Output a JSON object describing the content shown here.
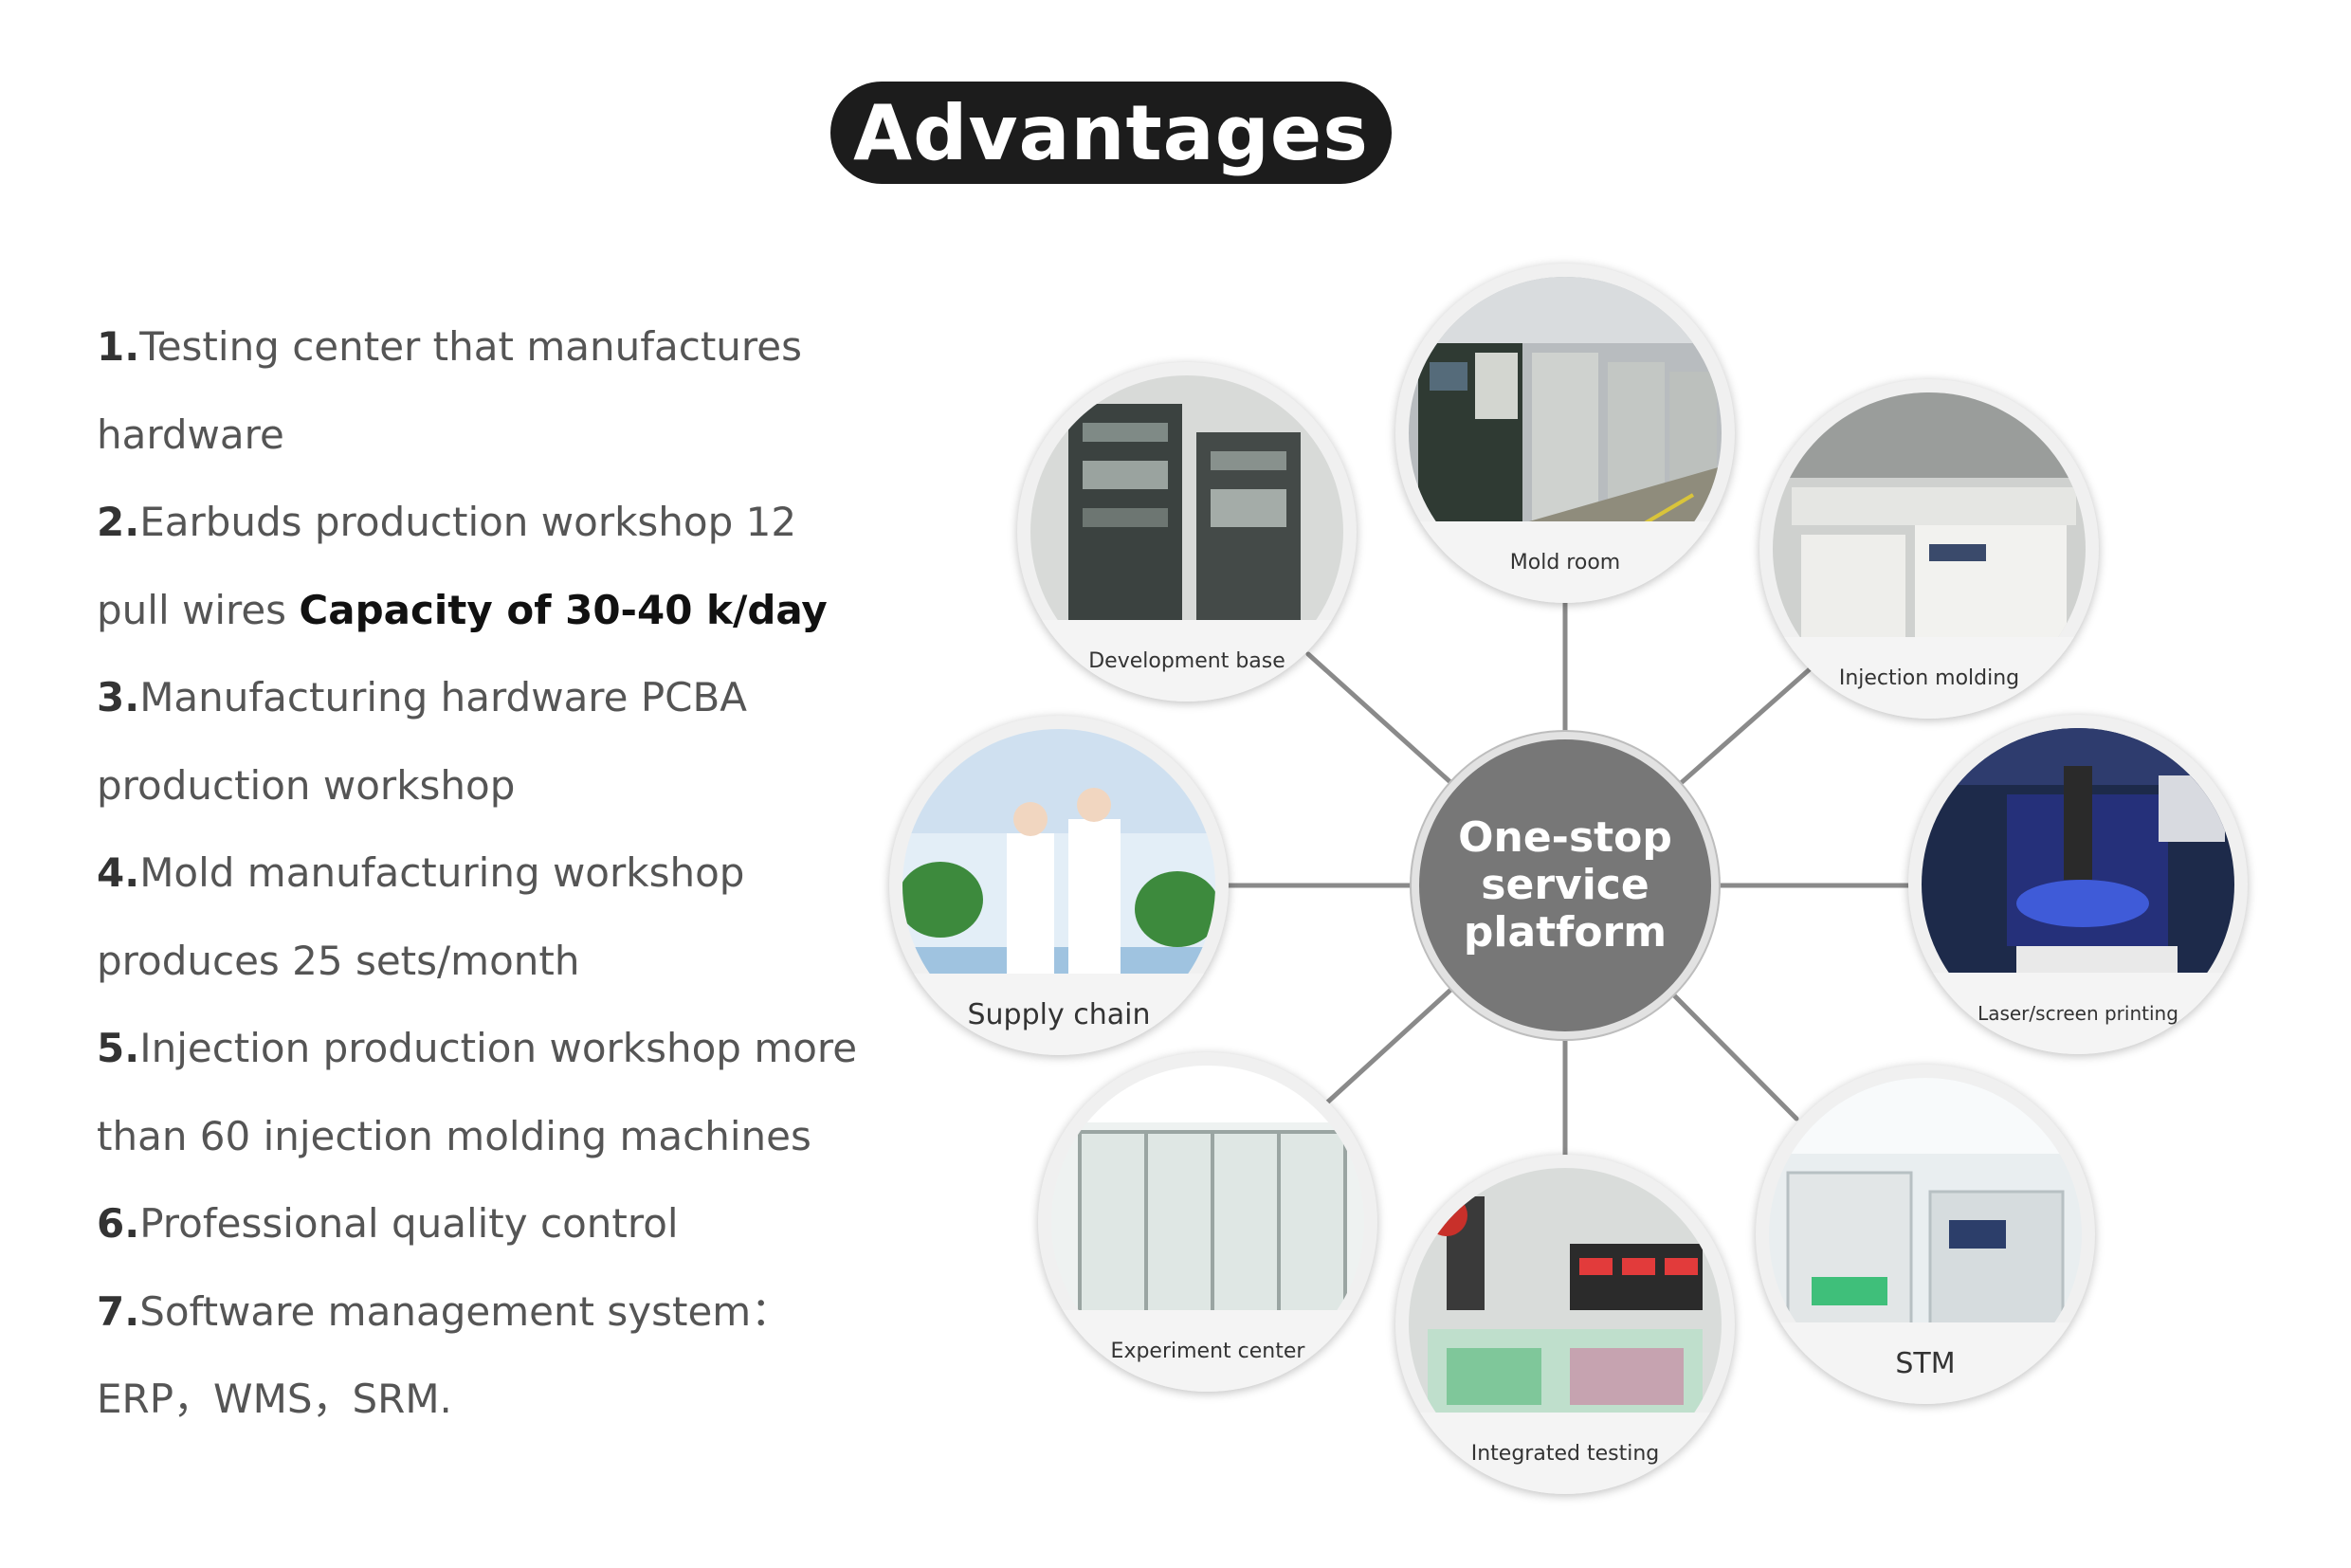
{
  "title": "Advantages",
  "advantages": {
    "item1": {
      "num": "1.",
      "line1": "Testing center that manufactures",
      "line2": "hardware"
    },
    "item2": {
      "num": "2.",
      "line1": "Earbuds production workshop 12",
      "line2a": "pull wires ",
      "line2b": "Capacity of 30-40 k/day"
    },
    "item3": {
      "num": "3.",
      "line1": "Manufacturing hardware PCBA",
      "line2": "production workshop"
    },
    "item4": {
      "num": "4.",
      "line1": "Mold manufacturing workshop",
      "line2": "produces 25 sets/month"
    },
    "item5": {
      "num": "5.",
      "line1": "Injection production workshop more",
      "line2": "than 60 injection molding machines"
    },
    "item6": {
      "num": "6.",
      "line1": "Professional quality control"
    },
    "item7": {
      "num": "7.",
      "line1": "Software management system：",
      "line2": "ERP，WMS，SRM."
    }
  },
  "hub": {
    "label": "One-stop service platform"
  },
  "nodes": {
    "mold_room": "Mold room",
    "development_base": "Development base",
    "injection_molding": "Injection molding",
    "supply_chain": "Supply chain",
    "laser_printing": "Laser/screen printing",
    "experiment_center": "Experiment center",
    "integrated_testing": "Integrated testing",
    "stm": "STM"
  }
}
